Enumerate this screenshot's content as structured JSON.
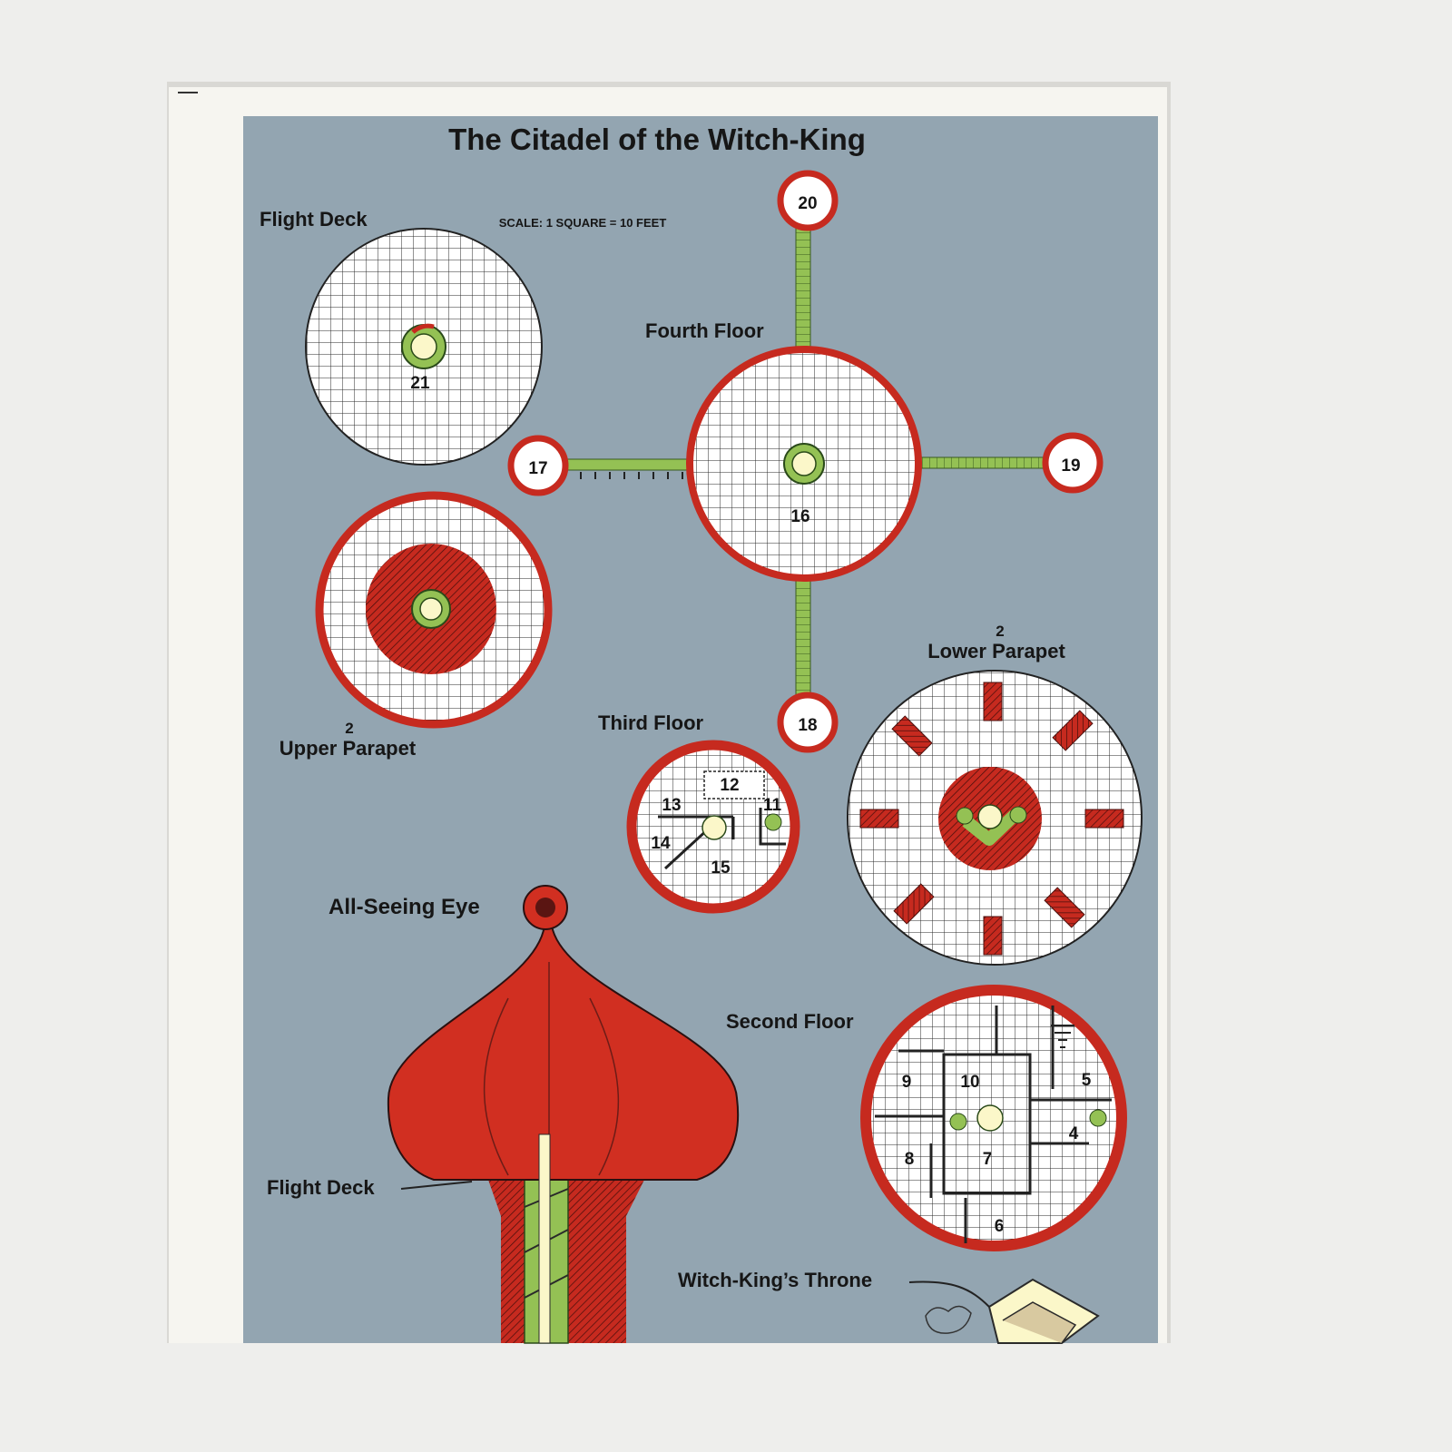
{
  "title": "The Citadel of the Witch-King",
  "scale": "SCALE:  1 SQUARE  =  10 FEET",
  "labels": {
    "flight_deck": "Flight Deck",
    "fourth_floor": "Fourth Floor",
    "upper_parapet_level": "2",
    "upper_parapet": "Upper Parapet",
    "lower_parapet_level": "2",
    "lower_parapet": "Lower Parapet",
    "third_floor": "Third Floor",
    "second_floor": "Second Floor",
    "all_seeing_eye": "All-Seeing Eye",
    "flight_deck_side": "Flight Deck",
    "throne": "Witch-King’s Throne"
  },
  "rooms": {
    "r21": "21",
    "r20": "20",
    "r17": "17",
    "r16": "16",
    "r19": "19",
    "r18": "18",
    "r12": "12",
    "r13": "13",
    "r11": "11",
    "r14": "14",
    "r15": "15",
    "r9": "9",
    "r10": "10",
    "r5": "5",
    "r4": "4",
    "r8": "8",
    "r7": "7",
    "r6": "6"
  },
  "colors": {
    "background": "#eeeeec",
    "sheet": "#f6f5f0",
    "map_field": "#93a5b1",
    "wall_red": "#c62a1f",
    "stair_green": "#94c154",
    "grid_line": "#2a2a2a"
  }
}
